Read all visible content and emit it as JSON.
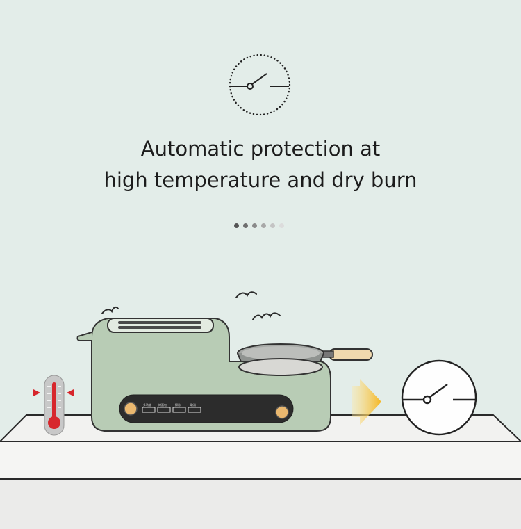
{
  "headline": {
    "line1": "Automatic protection at",
    "line2": "high temperature and dry burn"
  },
  "carousel_dots": [
    {
      "color": "#555555"
    },
    {
      "color": "#6f6f6f"
    },
    {
      "color": "#8a8a8a"
    },
    {
      "color": "#a8a8a8"
    },
    {
      "color": "#c4c4c4"
    },
    {
      "color": "#dcdcdc"
    }
  ],
  "colors": {
    "background": "#e3ede9",
    "appliance_green": "#b9cdb5",
    "control_panel": "#2c2c2c",
    "thermometer_red": "#d7262c",
    "arrow_yellow": "#f5b51e"
  },
  "control_panel": {
    "buttons": [
      "多功能",
      "烤面包",
      "解冻",
      "取消"
    ]
  },
  "icons": [
    "switch-dotted-icon",
    "thermometer-icon",
    "arrow-right-icon",
    "switch-open-icon"
  ]
}
